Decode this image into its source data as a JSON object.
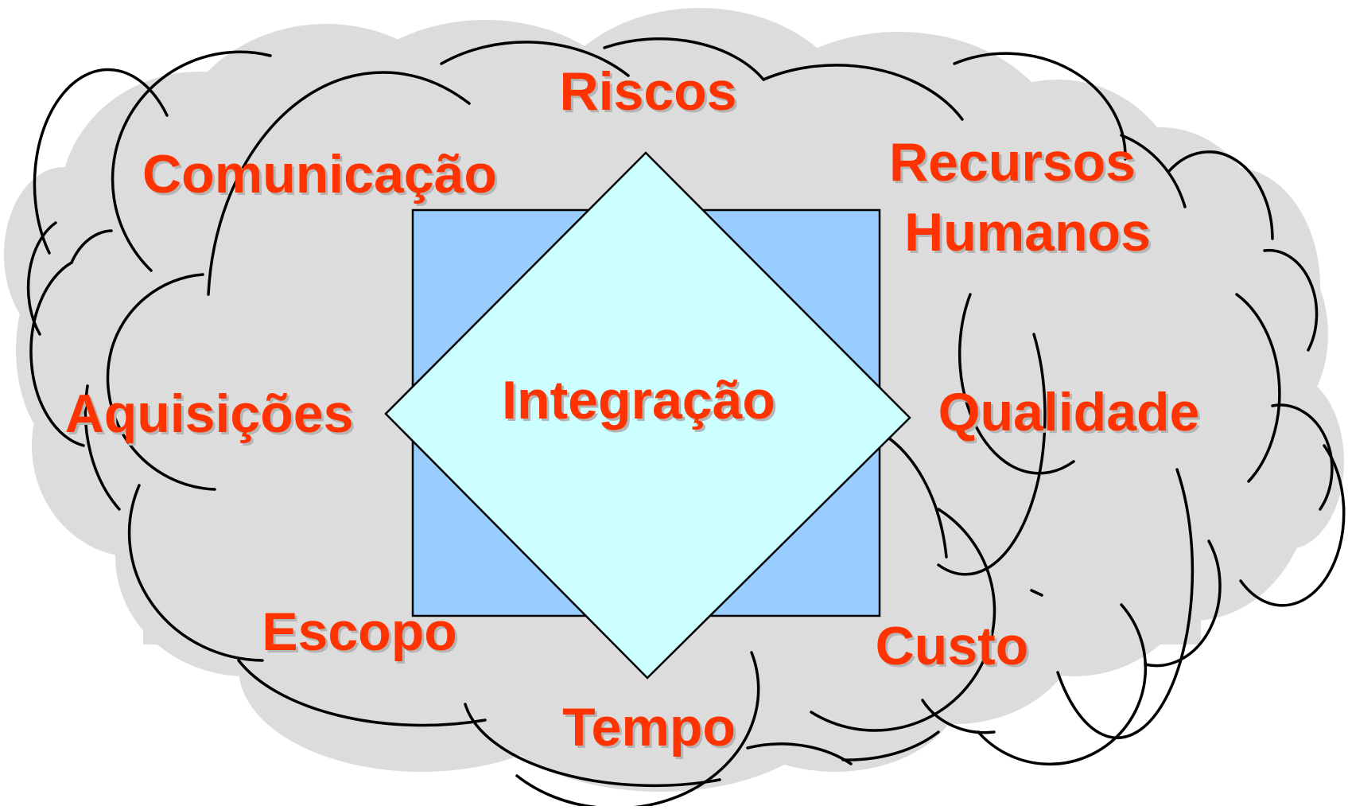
{
  "center": {
    "label": "Integração"
  },
  "areas": {
    "riscos": "Riscos",
    "comunicacao": "Comunicação",
    "recursos_line1": "Recursos",
    "recursos_line2": "Humanos",
    "aquisicoes": "Aquisições",
    "qualidade": "Qualidade",
    "escopo": "Escopo",
    "custo": "Custo",
    "tempo": "Tempo"
  },
  "colors": {
    "cloud_fill": "#dcdcdc",
    "outline": "#000000",
    "square_fill": "#99ccff",
    "diamond_fill": "#ccffff",
    "text": "#ff3300"
  }
}
